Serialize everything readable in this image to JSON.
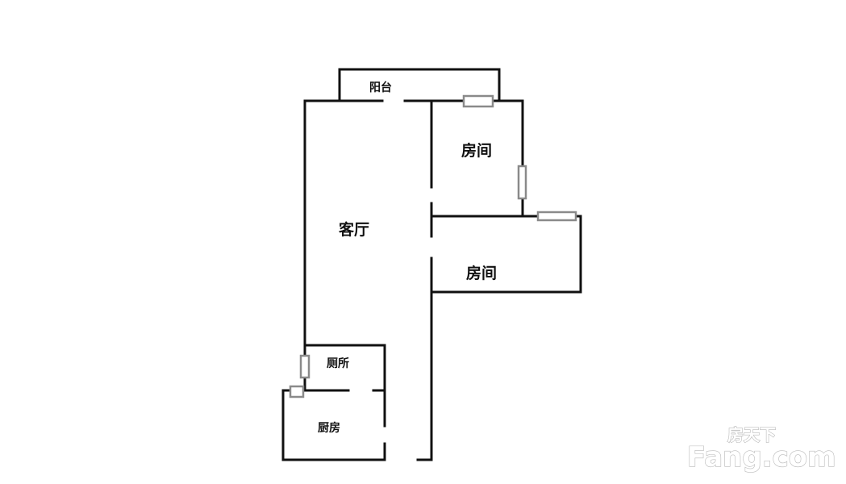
{
  "rooms": {
    "balcony": "阳台",
    "bedroom_upper": "房间",
    "living_room": "客厅",
    "bedroom_lower": "房间",
    "toilet": "厕所",
    "kitchen": "厨房"
  },
  "watermark": {
    "chinese": "房天下",
    "latin": "Fang.com"
  },
  "colors": {
    "wall": "#111111",
    "window": "#8a8a8a",
    "background": "#ffffff"
  }
}
